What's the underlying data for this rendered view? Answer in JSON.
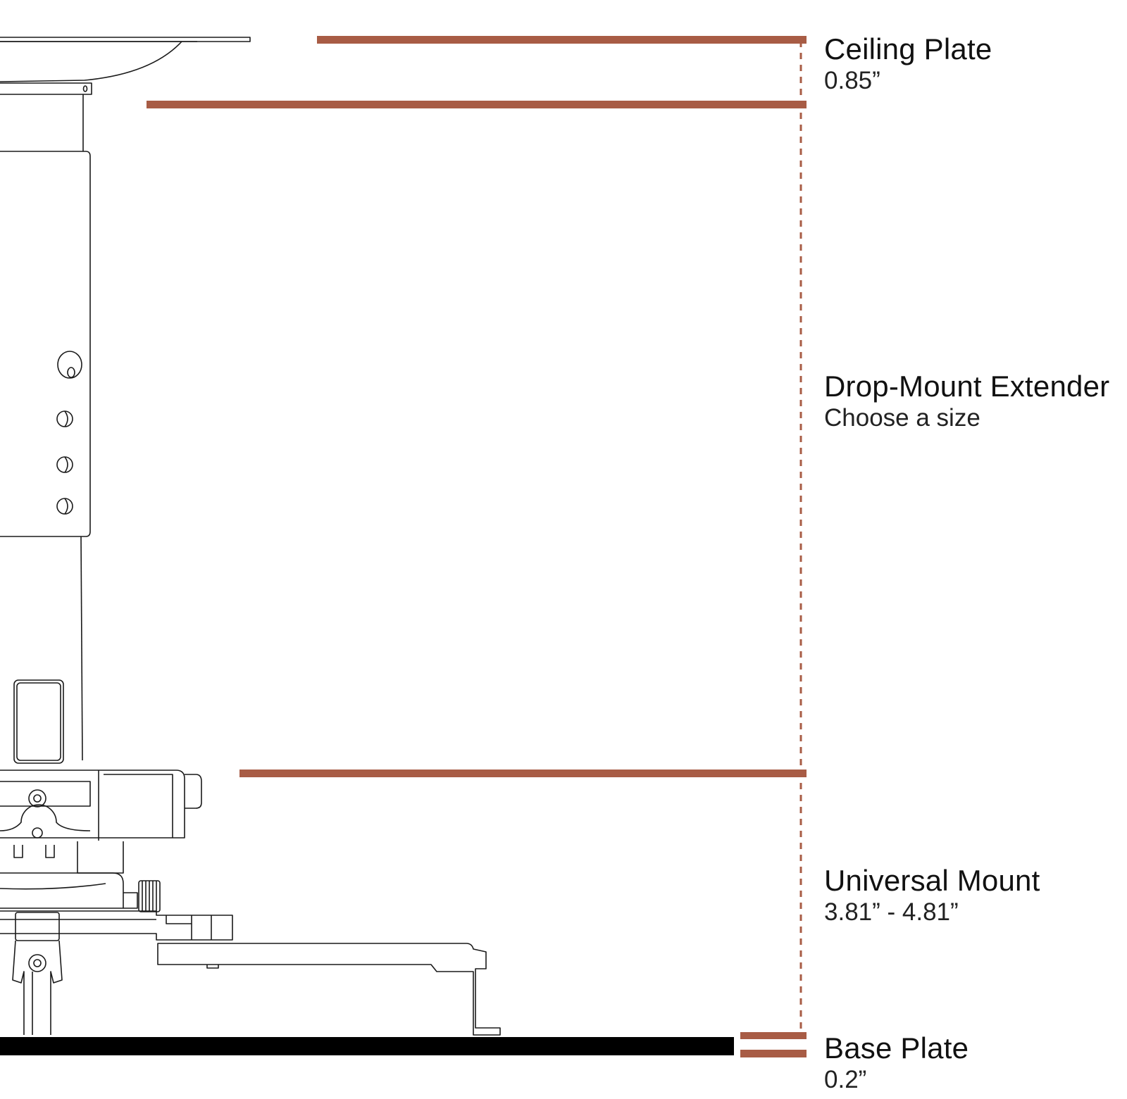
{
  "colors": {
    "accent": "#A85C45",
    "line": "#1a1a1a",
    "base": "#000000",
    "background": "#ffffff"
  },
  "sections": {
    "ceiling_plate": {
      "title": "Ceiling Plate",
      "value": "0.85”"
    },
    "drop_mount_extender": {
      "title": "Drop-Mount Extender",
      "value": "Choose a size"
    },
    "universal_mount": {
      "title": "Universal Mount",
      "value": "3.81” - 4.81”"
    },
    "base_plate": {
      "title": "Base Plate",
      "value": "0.2”"
    }
  }
}
